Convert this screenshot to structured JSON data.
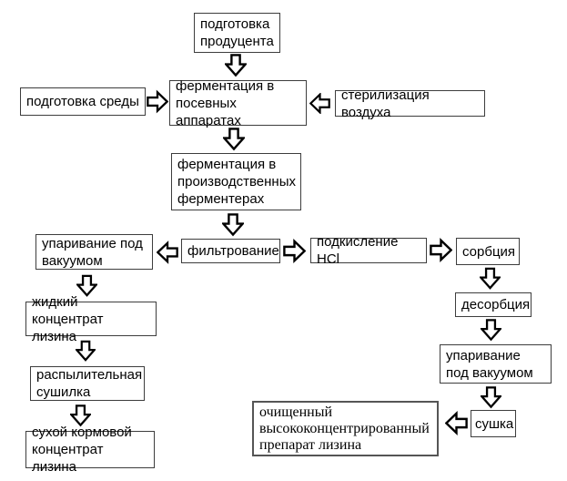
{
  "diagram": {
    "colors": {
      "background": "#ffffff",
      "box_border": "#3d3d3d",
      "big_box_border": "#555555",
      "text": "#000000",
      "arrow_outline": "#000000",
      "arrow_fill": "#ffffff"
    },
    "nodes": {
      "prep_producer": {
        "label": "подготовка продуцента"
      },
      "prep_medium": {
        "label": "подготовка среды"
      },
      "ferm_seed": {
        "label": "ферментация в посевных аппаратах"
      },
      "steril_air": {
        "label": "стерилизация воздуха"
      },
      "ferm_prod": {
        "label": "ферментация в производственных ферментерах"
      },
      "evap_left": {
        "label": "упаривание под вакуумом"
      },
      "filter": {
        "label": "фильтрование"
      },
      "acid": {
        "label": "подкисление HCl"
      },
      "sorption": {
        "label": "сорбция"
      },
      "liquid_conc": {
        "label": "жидкий концентрат лизина"
      },
      "spray_dryer": {
        "label": "распылительная сушилка"
      },
      "dry_feed": {
        "label": "сухой кормовой концентрат лизина"
      },
      "desorption": {
        "label": "десорбция"
      },
      "evap_right": {
        "label": "упаривание под вакуумом"
      },
      "drying": {
        "label": "сушка"
      },
      "purified": {
        "label": "очищенный высококонцентрированный препарат лизина"
      }
    },
    "edges": [
      {
        "from": "prep_producer",
        "to": "ferm_seed",
        "direction": "down"
      },
      {
        "from": "prep_medium",
        "to": "ferm_seed",
        "direction": "right"
      },
      {
        "from": "steril_air",
        "to": "ferm_seed",
        "direction": "left"
      },
      {
        "from": "ferm_seed",
        "to": "ferm_prod",
        "direction": "down"
      },
      {
        "from": "ferm_prod",
        "to": "filter",
        "direction": "down"
      },
      {
        "from": "filter",
        "to": "evap_left",
        "direction": "left"
      },
      {
        "from": "filter",
        "to": "acid",
        "direction": "right"
      },
      {
        "from": "acid",
        "to": "sorption",
        "direction": "right"
      },
      {
        "from": "evap_left",
        "to": "liquid_conc",
        "direction": "down"
      },
      {
        "from": "liquid_conc",
        "to": "spray_dryer",
        "direction": "down"
      },
      {
        "from": "spray_dryer",
        "to": "dry_feed",
        "direction": "down"
      },
      {
        "from": "sorption",
        "to": "desorption",
        "direction": "down"
      },
      {
        "from": "desorption",
        "to": "evap_right",
        "direction": "down"
      },
      {
        "from": "evap_right",
        "to": "drying",
        "direction": "down"
      },
      {
        "from": "drying",
        "to": "purified",
        "direction": "left"
      }
    ]
  }
}
